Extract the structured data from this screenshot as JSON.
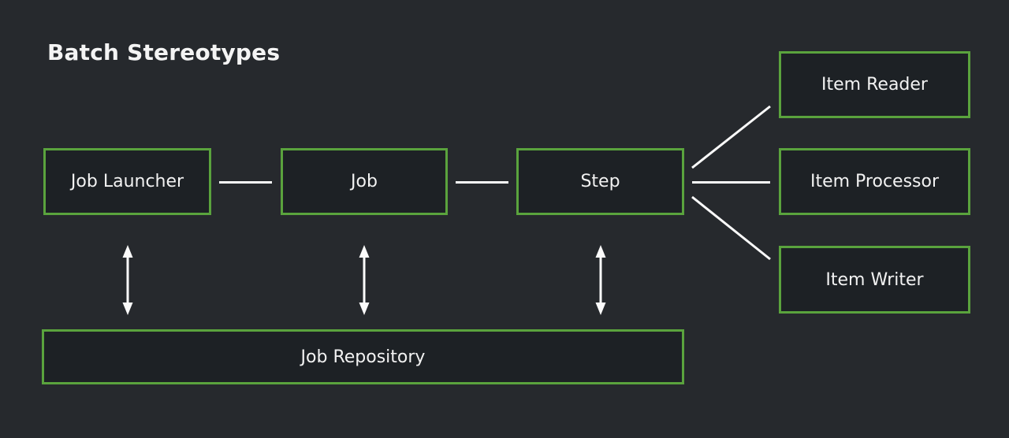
{
  "title": "Batch Stereotypes",
  "colors": {
    "background": "#26292d",
    "node_fill": "#1d2125",
    "node_border_green": "#5aa33d",
    "connector_white": "#fbfbfb",
    "text": "#f2f2f2"
  },
  "nodes": {
    "job_launcher": {
      "label": "Job Launcher"
    },
    "job": {
      "label": "Job"
    },
    "step": {
      "label": "Step"
    },
    "item_reader": {
      "label": "Item Reader"
    },
    "item_processor": {
      "label": "Item Processor"
    },
    "item_writer": {
      "label": "Item Writer"
    },
    "job_repository": {
      "label": "Job Repository"
    }
  },
  "edges": [
    {
      "from": "job_launcher",
      "to": "job",
      "type": "plain-line"
    },
    {
      "from": "job",
      "to": "step",
      "type": "plain-line"
    },
    {
      "from": "step",
      "to": "item_reader",
      "type": "plain-line"
    },
    {
      "from": "step",
      "to": "item_processor",
      "type": "plain-line"
    },
    {
      "from": "step",
      "to": "item_writer",
      "type": "plain-line"
    },
    {
      "from": "job_launcher",
      "to": "job_repository",
      "type": "double-arrow"
    },
    {
      "from": "job",
      "to": "job_repository",
      "type": "double-arrow"
    },
    {
      "from": "step",
      "to": "job_repository",
      "type": "double-arrow"
    }
  ]
}
